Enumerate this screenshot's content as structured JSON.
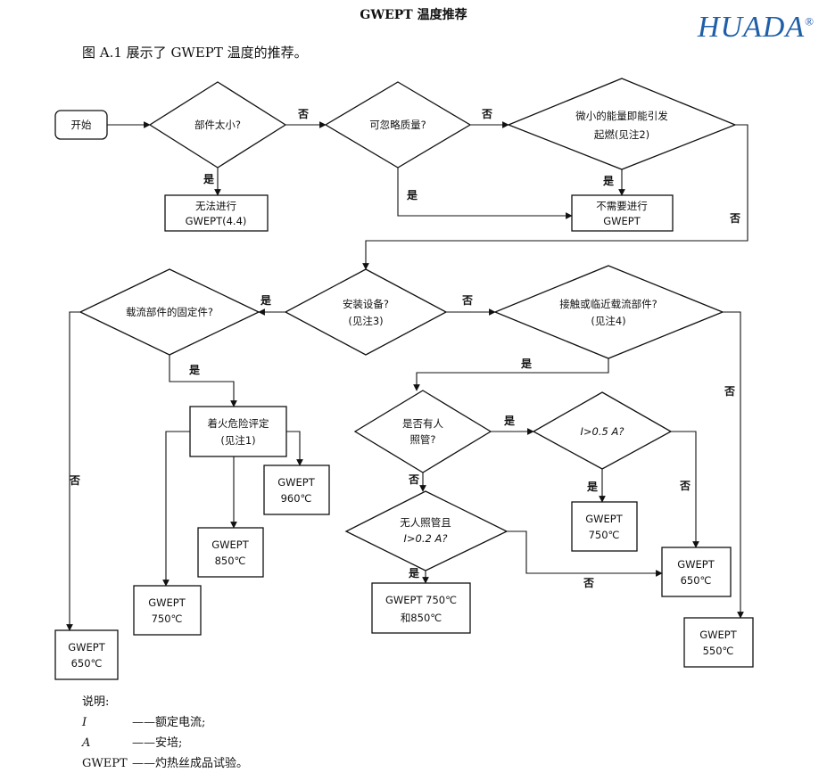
{
  "header": {
    "title": "GWEPT 温度推荐",
    "logo": "HUADA",
    "logo_mark": "®",
    "intro": "图 A.1 展示了 GWEPT 温度的推荐。"
  },
  "nodes": {
    "start": "开始",
    "d_small": "部件太小?",
    "d_mass": "可忽略质量?",
    "d_energy_1": "微小的能量即能引发",
    "d_energy_2": "起燃(见注2)",
    "b_cannot_1": "无法进行",
    "b_cannot_2": "GWEPT(4.4)",
    "b_noneed_1": "不需要进行",
    "b_noneed_2": "GWEPT",
    "d_install_1": "安装设备?",
    "d_install_2": "(见注3)",
    "d_fixing": "载流部件的固定件?",
    "d_contact_1": "接触或临近载流部件?",
    "d_contact_2": "(见注4)",
    "b_fire_1": "着火危险评定",
    "b_fire_2": "(见注1)",
    "d_attended_1": "是否有人",
    "d_attended_2": "照管?",
    "d_i05": "I>0.5 A?",
    "d_unattended_1": "无人照管且",
    "d_unattended_2": "I>0.2 A?",
    "g960_1": "GWEPT",
    "g960_2": "960℃",
    "g850_1": "GWEPT",
    "g850_2": "850℃",
    "g750a_1": "GWEPT",
    "g750a_2": "750℃",
    "g650a_1": "GWEPT",
    "g650a_2": "650℃",
    "g750b_1": "GWEPT",
    "g750b_2": "750℃",
    "g650b_1": "GWEPT",
    "g650b_2": "650℃",
    "g550_1": "GWEPT",
    "g550_2": "550℃",
    "g750850_1": "GWEPT 750℃",
    "g750850_2": "和850℃"
  },
  "labels": {
    "yes": "是",
    "no": "否"
  },
  "legend": {
    "title": "说明:",
    "items": [
      {
        "key": "I",
        "desc": "——额定电流;"
      },
      {
        "key": "A",
        "desc": "——安培;"
      },
      {
        "key": "GWEPT",
        "desc": "——灼热丝成品试验。"
      }
    ]
  }
}
